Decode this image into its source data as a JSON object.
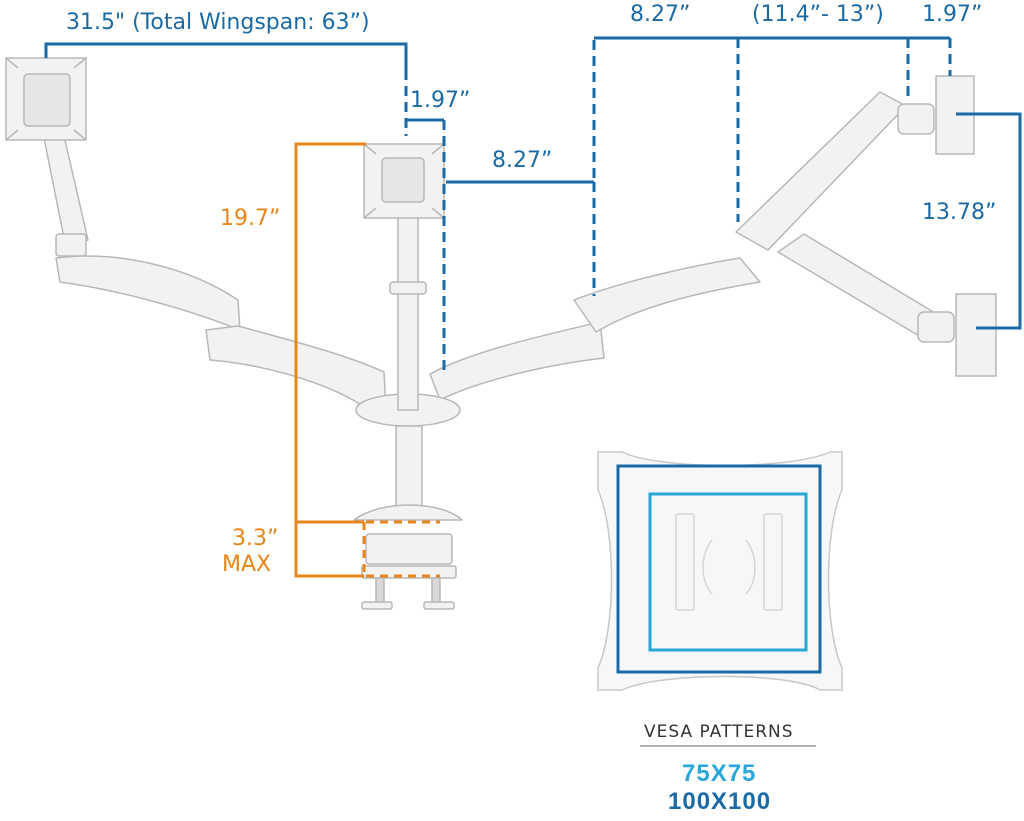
{
  "colors": {
    "dimension_blue": "#1b6aa5",
    "dimension_orange": "#e8861c",
    "vesa_dark_blue": "#1b6aa5",
    "vesa_light_blue": "#2aa6d8",
    "mount_white": "#f2f2f2",
    "mount_outline": "#b8b8b8"
  },
  "dimensions": {
    "wingspan": "31.5\" (Total Wingspan: 63”)",
    "center_offset": "1.97”",
    "right_arm_top": "8.27”",
    "right_range": "(11.4”- 13”)",
    "right_offset": "1.97”",
    "center_arm": "8.27”",
    "vertical_spacing": "13.78”",
    "pole_height": "19.7”",
    "clamp_max": "3.3”",
    "clamp_max_word": "MAX"
  },
  "vesa": {
    "title": "VESA PATTERNS",
    "size_75": "75X75",
    "size_100": "100X100"
  }
}
